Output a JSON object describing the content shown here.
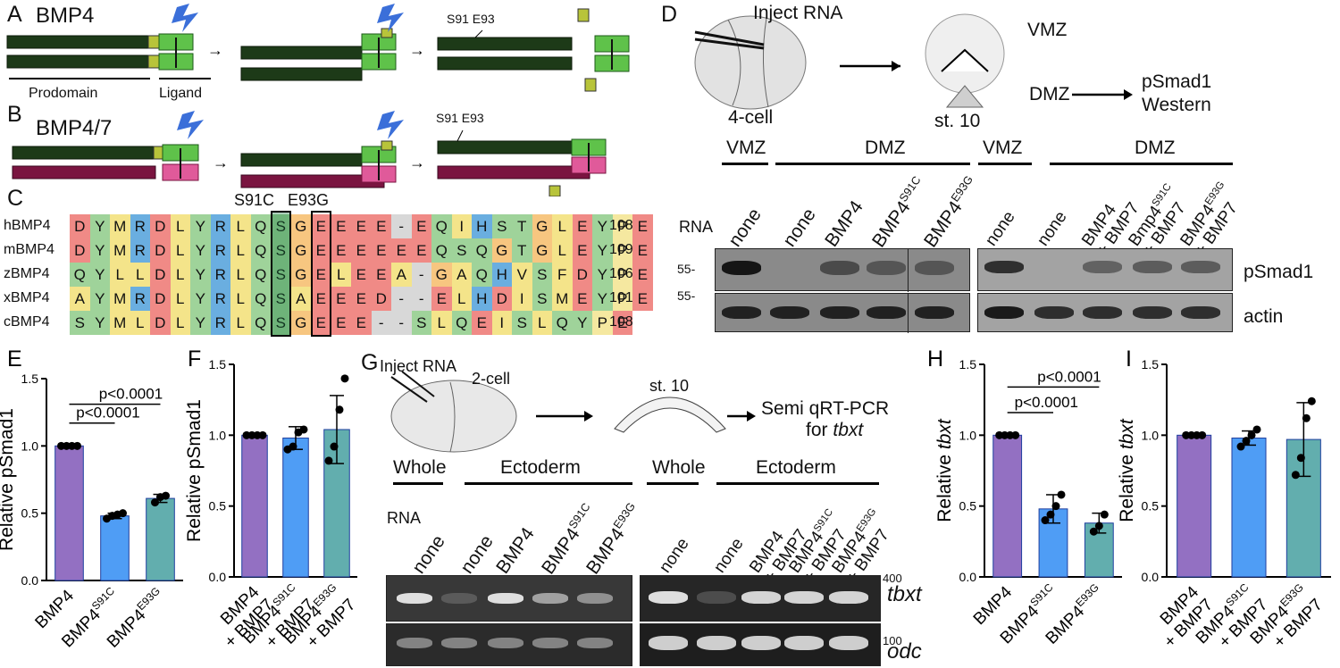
{
  "panels": {
    "A": {
      "letter": "A",
      "title": "BMP4",
      "prodomain": "Prodomain",
      "ligand": "Ligand",
      "site": "S91  E93"
    },
    "B": {
      "letter": "B",
      "title": "BMP4/7",
      "site": "S91  E93"
    },
    "C": {
      "letter": "C",
      "mut1": "S91C",
      "mut2": "E93G",
      "rows": [
        {
          "name": "hBMP4",
          "seq": "DYMRDLYRLQSGEEEE-EQIHSTGLEYPE",
          "num": "108"
        },
        {
          "name": "mBMP4",
          "seq": "DYMRDLYRLQSGEEEEEEQSQGTGLEYPE",
          "num": "109"
        },
        {
          "name": "zBMP4",
          "seq": "QYLLDLYRLQSGELEEA-GAQHVSFDYPE",
          "num": "106"
        },
        {
          "name": "xBMP4",
          "seq": "AYMRDLYRLQSAEEED--ELHDISMEYPE",
          "num": "101"
        },
        {
          "name": "cBMP4",
          "seq": "SYMLDLYRLQSGEEE--SLQEISLQYPE",
          "num": "108"
        }
      ]
    },
    "D": {
      "letter": "D",
      "inject": "Inject RNA",
      "fourcell": "4-cell",
      "st10": "st. 10",
      "vmz": "VMZ",
      "dmz": "DMZ",
      "psmad": "pSmad1",
      "western": "Western",
      "rna": "RNA",
      "mw1": "55-",
      "mw2": "55-",
      "lanes1": [
        "none",
        "none",
        "BMP4",
        "BMP4",
        "BMP4"
      ],
      "sup1": [
        "",
        "",
        "",
        "S91C",
        "E93G"
      ],
      "lanes2": [
        "none",
        "none",
        "BMP4",
        "Bmp4",
        "BMP4"
      ],
      "sup2": [
        "",
        "",
        "",
        "S91C",
        "E93G"
      ],
      "plus": "+ BMP7",
      "blot1": "pSmad1",
      "blot2": "actin"
    },
    "G": {
      "letter": "G",
      "inject": "Inject RNA",
      "twocell": "2-cell",
      "st10": "st. 10",
      "semi": "Semi qRT-PCR",
      "for": "for",
      "gene": "tbxt",
      "whole": "Whole",
      "ecto": "Ectoderm",
      "rna": "RNA",
      "mw1": "400",
      "mw2": "100",
      "gel1": "tbxt",
      "gel2": "odc"
    }
  },
  "chart_data": [
    {
      "panel": "E",
      "type": "bar",
      "ylabel": "Relative pSmad1",
      "ylim": [
        0,
        1.5
      ],
      "yticks": [
        "0.0",
        "0.5",
        "1.0",
        "1.5"
      ],
      "categories": [
        "BMP4",
        "BMP4",
        "BMP4"
      ],
      "sups": [
        "",
        "S91C",
        "E93G"
      ],
      "values": [
        1.0,
        0.48,
        0.61
      ],
      "err": [
        0.0,
        0.02,
        0.03
      ],
      "points": [
        [
          1,
          1,
          1,
          1
        ],
        [
          0.46,
          0.48,
          0.49,
          0.5
        ],
        [
          0.58,
          0.62,
          0.63
        ]
      ],
      "colors": [
        "#9370c2",
        "#4f9df5",
        "#62aeae"
      ],
      "pvalues": [
        "p<0.0001",
        "p<0.0001"
      ]
    },
    {
      "panel": "F",
      "type": "bar",
      "ylabel": "Relative pSmad1",
      "ylim": [
        0,
        1.5
      ],
      "yticks": [
        "0.0",
        "0.5",
        "1.0",
        "1.5"
      ],
      "categories": [
        "BMP4",
        "BMP4",
        "BMP4"
      ],
      "sups": [
        "",
        "S91C",
        "E93G"
      ],
      "values": [
        1.0,
        0.98,
        1.04
      ],
      "err": [
        0.0,
        0.08,
        0.24
      ],
      "points": [
        [
          1,
          1,
          1,
          1
        ],
        [
          0.9,
          0.92,
          1.02,
          1.04
        ],
        [
          0.82,
          0.92,
          1.18,
          1.4
        ]
      ],
      "colors": [
        "#9370c2",
        "#4f9df5",
        "#62aeae"
      ],
      "pvalues": []
    },
    {
      "panel": "H",
      "type": "bar",
      "ylabel": "Relative tbxt",
      "ylim": [
        0,
        1.5
      ],
      "yticks": [
        "0.0",
        "0.5",
        "1.0",
        "1.5"
      ],
      "categories": [
        "BMP4",
        "BMP4",
        "BMP4"
      ],
      "sups": [
        "",
        "S91C",
        "E93G"
      ],
      "values": [
        1.0,
        0.48,
        0.38
      ],
      "err": [
        0.0,
        0.1,
        0.07
      ],
      "points": [
        [
          1,
          1,
          1,
          1
        ],
        [
          0.4,
          0.44,
          0.5,
          0.58
        ],
        [
          0.32,
          0.36,
          0.44
        ]
      ],
      "colors": [
        "#9370c2",
        "#4f9df5",
        "#62aeae"
      ],
      "pvalues": [
        "p<0.0001",
        "p<0.0001"
      ]
    },
    {
      "panel": "I",
      "type": "bar",
      "ylabel": "Relative tbxt",
      "ylim": [
        0,
        1.5
      ],
      "yticks": [
        "0.0",
        "0.5",
        "1.0",
        "1.5"
      ],
      "categories": [
        "BMP4",
        "BMP4",
        "BMP4"
      ],
      "sups": [
        "",
        "S91C",
        "E93G"
      ],
      "values": [
        1.0,
        0.98,
        0.97
      ],
      "err": [
        0.0,
        0.05,
        0.26
      ],
      "points": [
        [
          1,
          1,
          1,
          1
        ],
        [
          0.92,
          0.96,
          1.0,
          1.04
        ],
        [
          0.72,
          0.84,
          1.12,
          1.24
        ]
      ],
      "colors": [
        "#9370c2",
        "#4f9df5",
        "#62aeae"
      ],
      "pvalues": []
    }
  ]
}
